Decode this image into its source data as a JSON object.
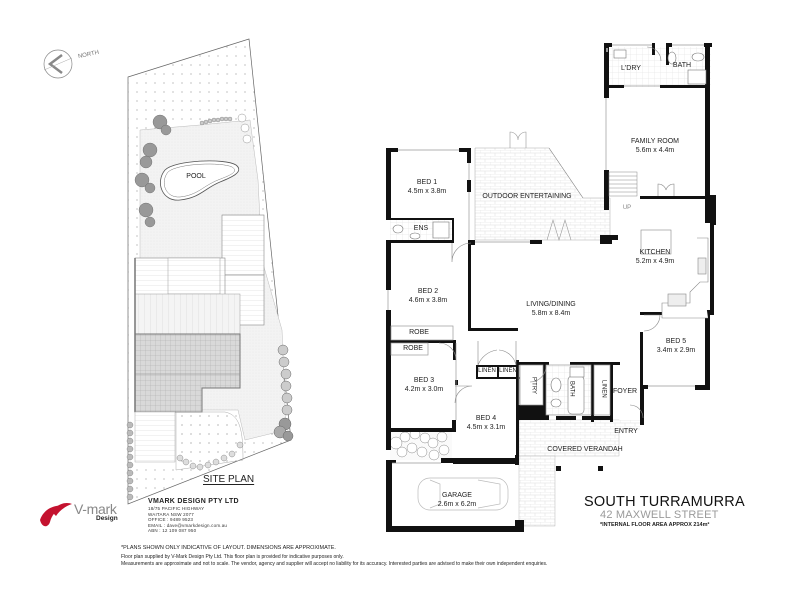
{
  "site_plan": {
    "title": "SITE PLAN",
    "north_label": "NORTH",
    "pool_label": "POOL"
  },
  "floor_plan": {
    "rooms": [
      {
        "id": "bed1",
        "name": "BED 1",
        "size": "4.5m x 3.8m"
      },
      {
        "id": "ens",
        "name": "ENS",
        "size": ""
      },
      {
        "id": "outdoor",
        "name": "OUTDOOR ENTERTAINING",
        "size": ""
      },
      {
        "id": "laundry",
        "name": "L'DRY",
        "size": ""
      },
      {
        "id": "bath_upper",
        "name": "BATH",
        "size": ""
      },
      {
        "id": "family",
        "name": "FAMILY ROOM",
        "size": "5.6m x 4.4m"
      },
      {
        "id": "kitchen",
        "name": "KITCHEN",
        "size": "5.2m x 4.9m"
      },
      {
        "id": "bed2",
        "name": "BED 2",
        "size": "4.6m x 3.8m"
      },
      {
        "id": "living",
        "name": "LIVING/DINING",
        "size": "5.8m x 8.4m"
      },
      {
        "id": "robe1",
        "name": "ROBE",
        "size": ""
      },
      {
        "id": "robe2",
        "name": "ROBE",
        "size": ""
      },
      {
        "id": "bed3",
        "name": "BED 3",
        "size": "4.2m x 3.0m"
      },
      {
        "id": "linen1",
        "name": "LINEN",
        "size": ""
      },
      {
        "id": "linen2",
        "name": "LINEN",
        "size": ""
      },
      {
        "id": "pantry",
        "name": "P'TRY",
        "size": ""
      },
      {
        "id": "bath_main",
        "name": "BATH",
        "size": ""
      },
      {
        "id": "linen3",
        "name": "LINEN",
        "size": ""
      },
      {
        "id": "foyer",
        "name": "FOYER",
        "size": ""
      },
      {
        "id": "bed5",
        "name": "BED 5",
        "size": "3.4m x 2.9m"
      },
      {
        "id": "bed4",
        "name": "BED 4",
        "size": "4.5m x 3.1m"
      },
      {
        "id": "entry",
        "name": "ENTRY",
        "size": ""
      },
      {
        "id": "verandah",
        "name": "COVERED VERANDAH",
        "size": ""
      },
      {
        "id": "garage",
        "name": "GARAGE",
        "size": "2.6m x 6.2m"
      }
    ],
    "stair_label": "UP"
  },
  "property": {
    "suburb": "SOUTH TURRAMURRA",
    "street": "42 MAXWELL STREET",
    "area_note": "*INTERNAL FLOOR AREA APPROX 214m²"
  },
  "company": {
    "logo_text": "V-mark",
    "logo_sub": "Design",
    "name": "VMARK DESIGN PTY LTD",
    "address1": "18/75 PACIFIC HIGHWAY",
    "address2": "WAITARA NSW 2077",
    "office": "OFFICE : 9489 9523",
    "email": "EMAIL : dave@vmarkdesign.com.au",
    "abn": "ABN : 12 109 087 950",
    "logo_color": "#c4122f"
  },
  "disclaimer": {
    "line1": "*PLANS SHOWN ONLY INDICATIVE OF LAYOUT. DIMENSIONS ARE APPROXIMATE.",
    "line2": "Floor plan supplied by V-Mark Design Pty Ltd. This floor plan is provided for indicative purposes only.",
    "line3": "Measurements are approximate and not to scale. The vendor, agency and supplier will accept no liability for its accuracy. Interested parties are advised to make their own independent enquiries."
  }
}
